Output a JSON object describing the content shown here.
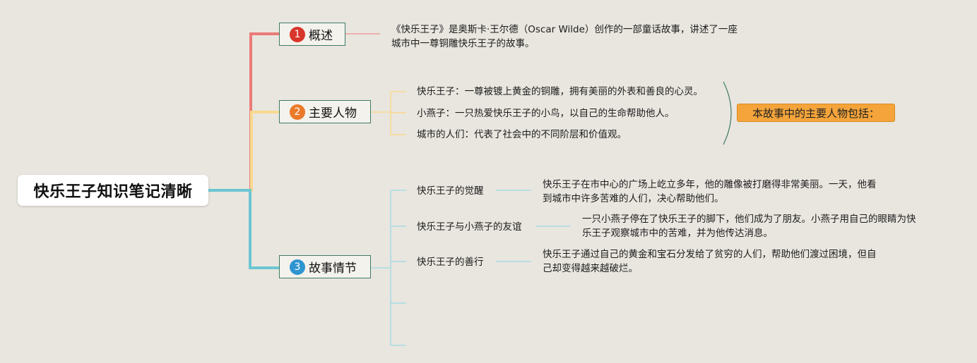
{
  "root": {
    "title": "快乐王子知识笔记清晰"
  },
  "colors": {
    "branch1": "#ea7a78",
    "branch2": "#f9d98f",
    "branch3": "#6cc6d3",
    "badge1": "#d8352b",
    "badge2": "#ea7a2a",
    "badge3": "#2f95d1",
    "summary_bg": "#f4a43a",
    "box_border": "#3e7a68"
  },
  "branches": [
    {
      "num": "1",
      "label": "概述"
    },
    {
      "num": "2",
      "label": "主要人物"
    },
    {
      "num": "3",
      "label": "故事情节"
    }
  ],
  "overview": {
    "line1": "《快乐王子》是奥斯卡·王尔德（Oscar Wilde）创作的一部童话故事，讲述了一座",
    "line2": "城市中一尊铜雕快乐王子的故事。"
  },
  "characters": {
    "items": [
      "快乐王子：一尊被镀上黄金的铜雕，拥有美丽的外表和善良的心灵。",
      "小燕子：一只热爱快乐王子的小鸟，以自己的生命帮助他人。",
      "城市的人们：代表了社会中的不同阶层和价值观。"
    ],
    "summary": "本故事中的主要人物包括："
  },
  "plot": {
    "items": [
      {
        "title": "快乐王子的觉醒",
        "desc1": "快乐王子在市中心的广场上屹立多年，他的雕像被打磨得非常美丽。一天，他看",
        "desc2": "到城市中许多苦难的人们，决心帮助他们。"
      },
      {
        "title": "快乐王子与小燕子的友谊",
        "desc1": "一只小燕子停在了快乐王子的脚下，他们成为了朋友。小燕子用自己的眼睛为快",
        "desc2": "乐王子观察城市中的苦难，并为他传达消息。"
      },
      {
        "title": "快乐王子的善行",
        "desc1": "快乐王子通过自己的黄金和宝石分发给了贫穷的人们，帮助他们渡过困境，但自",
        "desc2": "己却变得越来越破烂。"
      }
    ]
  }
}
